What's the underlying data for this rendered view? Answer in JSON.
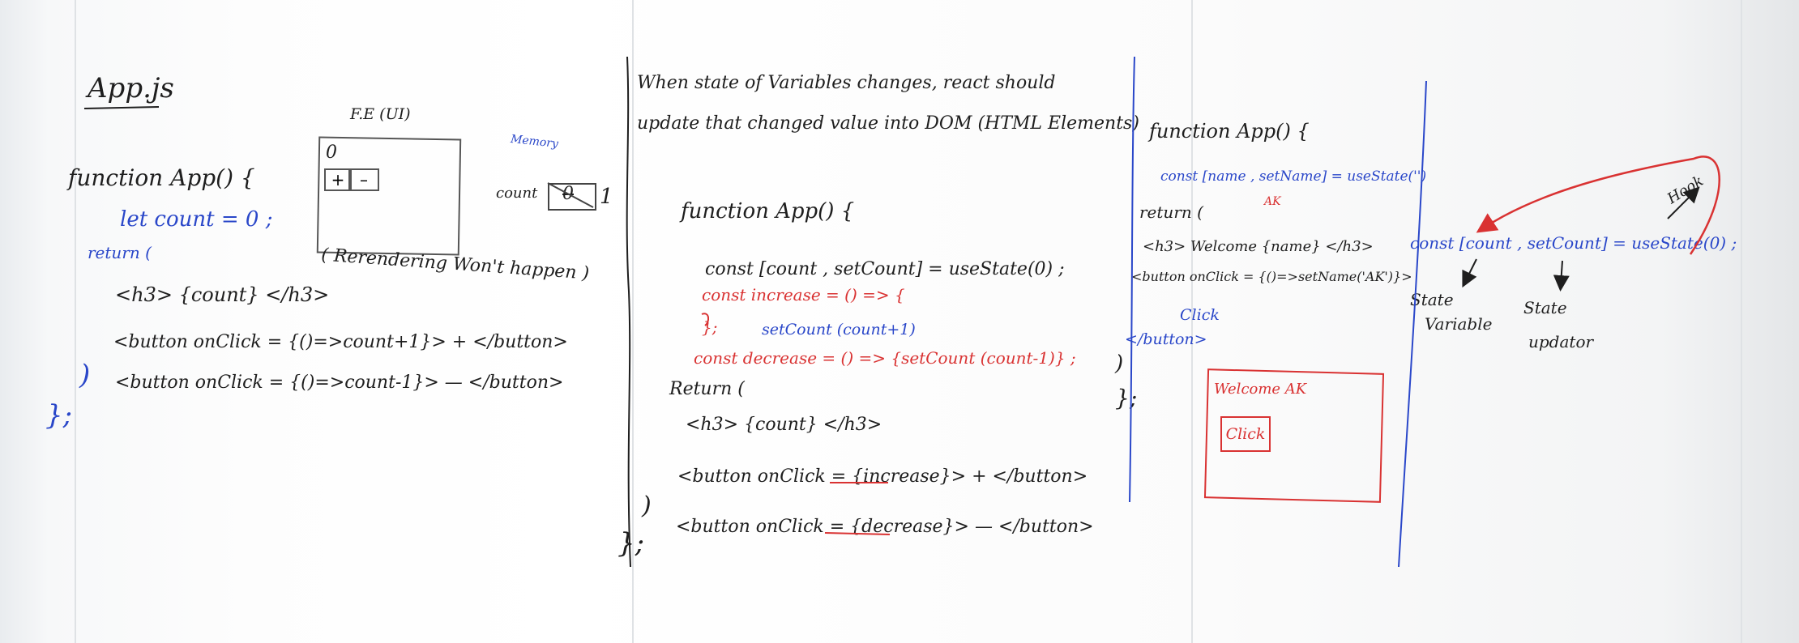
{
  "panel1": {
    "heading": "App.js",
    "ui_label": "F.E (UI)",
    "ui_box_value": "0",
    "ui_plus": "+",
    "ui_minus": "–",
    "memory_label": "Memory",
    "memory_count_label": "count",
    "memory_old_value": "0",
    "memory_new_value": "1",
    "note": "( Rerendering Won't happen )",
    "code": {
      "line1": "function App() {",
      "line2": "let count = 0 ;",
      "line3": "return (",
      "line4": "<h3> {count} </h3>",
      "line5": "<button onClick = {()=>count+1}> + </button>",
      "line6": "<button onClick = {()=>count-1}> — </button>",
      "line7": ")",
      "line8": "};"
    }
  },
  "panel2": {
    "note_line1": "When state of Variables changes, react should",
    "note_line2": "update that changed value into DOM (HTML Elements)",
    "code": {
      "line1": "function App() {",
      "line2": "const [count , setCount] = useState(0) ;",
      "line3": "const increase = () => {",
      "line4": "setCount (count+1)",
      "line5": "};",
      "line6": "const decrease = () => {setCount (count-1)} ;",
      "line7": "Return (",
      "line8": "<h3> {count} </h3>",
      "line9": "<button onClick = {increase}> + </button>",
      "line10": "<button onClick = {decrease}> — </button>",
      "line11": ")",
      "line12": "};"
    }
  },
  "panel3": {
    "code": {
      "line1": "function App() {",
      "line2": "const [name , setName] = useState('')",
      "line3": "return (",
      "line4": "<h3> Welcome {name} </h3>",
      "line5": "<button onClick = {()=>setName('AK')}>",
      "line6": "Click",
      "line7": "</button>",
      "line8": ")",
      "line9": "};"
    },
    "annotation": "AK",
    "preview_title": "Welcome AK",
    "preview_button": "Click"
  },
  "panel4": {
    "code": "const [count , setCount] = useState(0) ;",
    "hook_label": "Hook",
    "state_variable_label_1": "State",
    "state_variable_label_2": "Variable",
    "state_updator_label_1": "State",
    "state_updator_label_2": "updator"
  },
  "colors": {
    "ink": "#1e1e1e",
    "blue": "#2a47c9",
    "red": "#d93232",
    "board": "#ffffff"
  }
}
